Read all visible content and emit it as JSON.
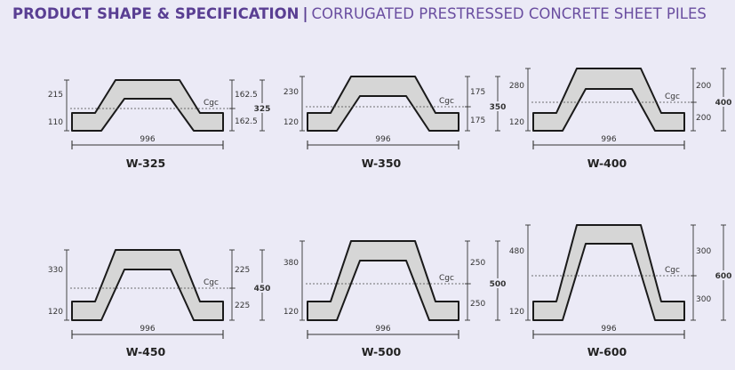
{
  "header": {
    "title_main": "PRODUCT SHAPE & SPECIFICATION",
    "separator": "|",
    "title_sub": "CORRUGATED PRESTRESSED CONCRETE SHEET PILES"
  },
  "colors": {
    "title": "#5a3f93",
    "background": "#ebeaf6",
    "fill": "#d6d6d6",
    "stroke": "#1a1a1a"
  },
  "piles": [
    {
      "name": "W-325",
      "width": "996",
      "left_top": "215",
      "left_bottom": "110",
      "top_half": "162.5",
      "bottom_half": "162.5",
      "total": "325",
      "cgc": "Cgc"
    },
    {
      "name": "W-350",
      "width": "996",
      "left_top": "230",
      "left_bottom": "120",
      "top_half": "175",
      "bottom_half": "175",
      "total": "350",
      "cgc": "Cgc"
    },
    {
      "name": "W-400",
      "width": "996",
      "left_top": "280",
      "left_bottom": "120",
      "top_half": "200",
      "bottom_half": "200",
      "total": "400",
      "cgc": "Cgc"
    },
    {
      "name": "W-450",
      "width": "996",
      "left_top": "330",
      "left_bottom": "120",
      "top_half": "225",
      "bottom_half": "225",
      "total": "450",
      "cgc": "Cgc"
    },
    {
      "name": "W-500",
      "width": "996",
      "left_top": "380",
      "left_bottom": "120",
      "top_half": "250",
      "bottom_half": "250",
      "total": "500",
      "cgc": "Cgc"
    },
    {
      "name": "W-600",
      "width": "996",
      "left_top": "480",
      "left_bottom": "120",
      "top_half": "300",
      "bottom_half": "300",
      "total": "600",
      "cgc": "Cgc"
    }
  ]
}
